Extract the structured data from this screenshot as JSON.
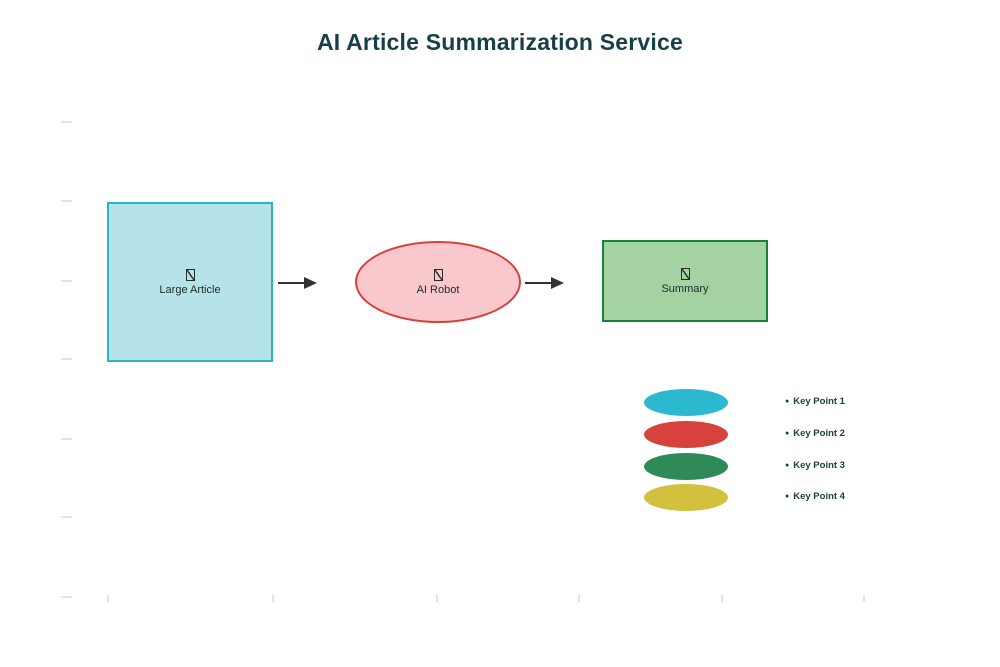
{
  "title": "AI Article Summarization Service",
  "title_color": "#173f47",
  "flow": {
    "arrow_color": "#333333",
    "nodes": {
      "large_article": {
        "label": "Large Article",
        "icon": "missing-glyph-icon",
        "shape": "rect",
        "fill": "#b5e3e9",
        "border": "#2ab5c4"
      },
      "ai_robot": {
        "label": "AI Robot",
        "icon": "missing-glyph-icon",
        "shape": "ellipse",
        "fill": "#f9c8cc",
        "border": "#d6403a"
      },
      "summary": {
        "label": "Summary",
        "icon": "missing-glyph-icon",
        "shape": "rect",
        "fill": "#a5d2a3",
        "border": "#17813f"
      }
    }
  },
  "key_points": {
    "bullet": "●",
    "items": [
      {
        "label": "Key Point 1",
        "color": "#2cb8ce"
      },
      {
        "label": "Key Point 2",
        "color": "#d8423d"
      },
      {
        "label": "Key Point 3",
        "color": "#2e8b57"
      },
      {
        "label": "Key Point 4",
        "color": "#d2c13e"
      }
    ]
  }
}
